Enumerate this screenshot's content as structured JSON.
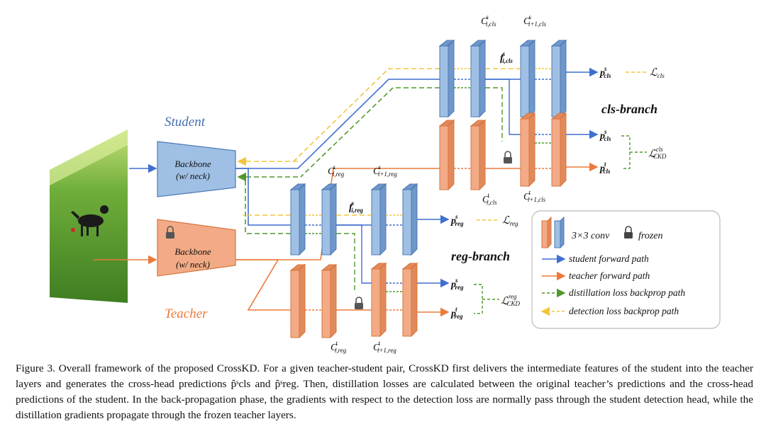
{
  "figure": {
    "labels": {
      "student": "Student",
      "teacher": "Teacher",
      "backbone": "Backbone",
      "neck": "(w/ neck)",
      "cls_branch": "cls-branch",
      "reg_branch": "reg-branch"
    },
    "symbols": {
      "c_s_i_cls": "C",
      "c_s_i_cls_sub": "i,cls",
      "c_s_i1_cls_sub": "i+1,cls",
      "c_s_i_reg_sub": "i,reg",
      "c_s_i1_reg_sub": "i+1,reg",
      "f_cls": "f",
      "f_cls_sub": "i,cls",
      "f_reg_sub": "i,reg",
      "p": "p",
      "p_cls_sub": "cls",
      "p_reg_sub": "reg",
      "L": "ℒ",
      "L_cls_sub": "cls",
      "L_reg_sub": "reg",
      "L_ckd_sub": "CKD",
      "sup_s": "s",
      "sup_t": "t"
    },
    "legend": {
      "conv": "3×3 conv",
      "frozen": "frozen",
      "student_path": "student forward path",
      "teacher_path": "teacher forward path",
      "distill_path": "distillation loss backprop path",
      "detect_path": "detection loss backprop path"
    },
    "colors": {
      "student": "#3f6fcf",
      "teacher": "#ec7a3a",
      "distill": "#4f9a2b",
      "detect": "#f3c53c"
    }
  },
  "caption": {
    "text": "Figure 3. Overall framework of the proposed CrossKD. For a given teacher-student pair, CrossKD first delivers the intermediate features of the student into the teacher layers and generates the cross-head predictions p̂ˢcls and p̂ˢreg. Then, distillation losses are calculated between the original teacher’s predictions and the cross-head predictions of the student. In the back-propagation phase, the gradients with respect to the detection loss are normally pass through the student detection head, while the distillation gradients propagate through the frozen teacher layers."
  }
}
